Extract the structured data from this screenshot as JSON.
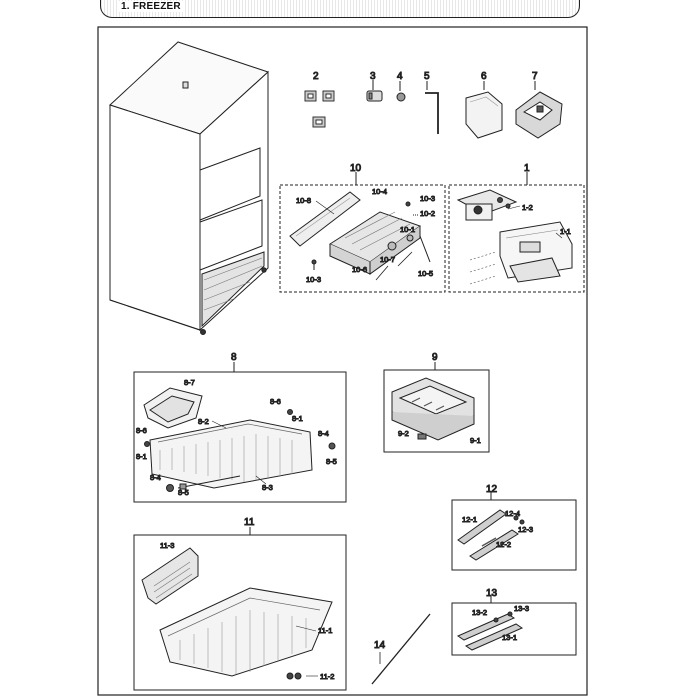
{
  "header": {
    "title": "1. FREEZER"
  },
  "groups": {
    "g1": {
      "number": "1",
      "parts": [
        "1-1",
        "1-2"
      ]
    },
    "g2": {
      "number": "2"
    },
    "g3": {
      "number": "3"
    },
    "g4": {
      "number": "4"
    },
    "g5": {
      "number": "5"
    },
    "g6": {
      "number": "6"
    },
    "g7": {
      "number": "7"
    },
    "g8": {
      "number": "8",
      "parts": [
        "8-1",
        "8-2",
        "8-3",
        "8-4",
        "8-5",
        "8-6",
        "8-7"
      ]
    },
    "g9": {
      "number": "9",
      "parts": [
        "9-1",
        "9-2"
      ]
    },
    "g10": {
      "number": "10",
      "parts": [
        "10-1",
        "10-2",
        "10-3",
        "10-4",
        "10-5",
        "10-6",
        "10-7",
        "10-8"
      ]
    },
    "g11": {
      "number": "11",
      "parts": [
        "11-1",
        "11-2",
        "11-3"
      ]
    },
    "g12": {
      "number": "12",
      "parts": [
        "12-1",
        "12-2",
        "12-3",
        "12-4"
      ]
    },
    "g13": {
      "number": "13",
      "parts": [
        "13-1",
        "13-2",
        "13-3"
      ]
    },
    "g14": {
      "number": "14"
    }
  }
}
